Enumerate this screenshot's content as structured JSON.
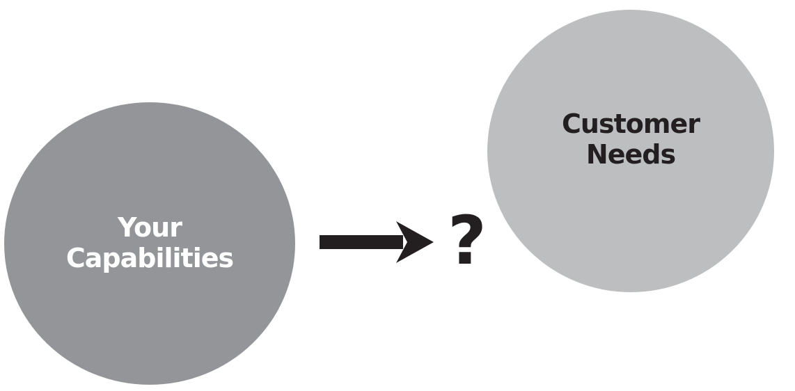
{
  "diagram": {
    "left_circle": {
      "line1": "Your",
      "line2": "Capabilities",
      "fill": "#939598",
      "text_color": "#ffffff"
    },
    "connector": {
      "type": "right-arrow",
      "symbol": "?"
    },
    "right_circle": {
      "line1": "Customer",
      "line2": "Needs",
      "fill": "#bcbec0",
      "text_color": "#231f20"
    }
  }
}
